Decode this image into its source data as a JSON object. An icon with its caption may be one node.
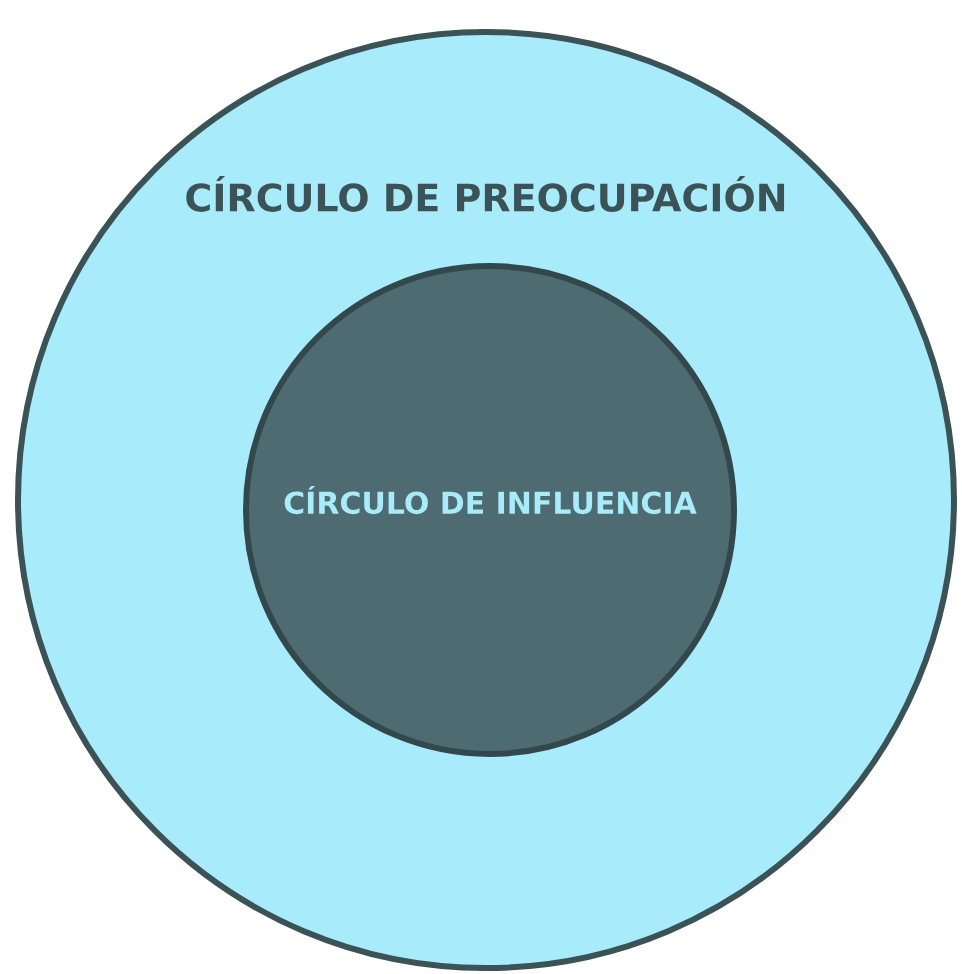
{
  "diagram": {
    "nodes": [
      {
        "text": [
          "CÍRCULO DE PREOCUPACIÓN"
        ]
      },
      {
        "text": [
          "CÍRCULO DE INFLUENCIA"
        ],
        "in": 0
      }
    ]
  }
}
